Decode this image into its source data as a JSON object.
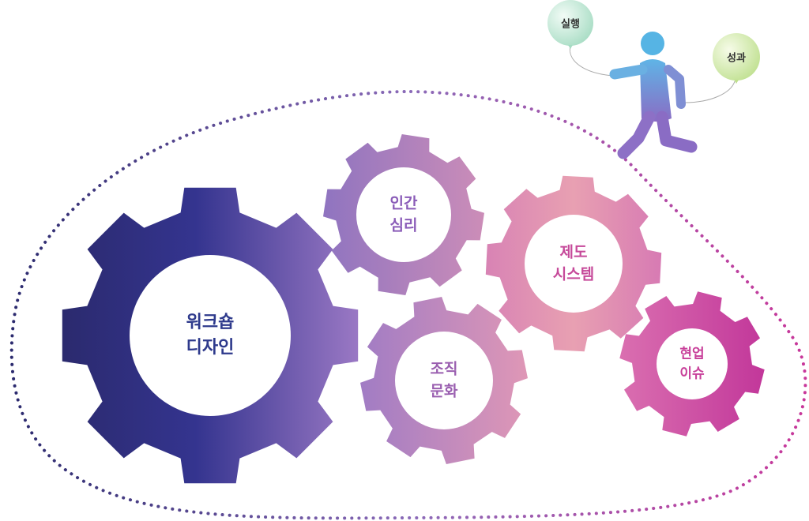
{
  "gears": [
    {
      "id": "workshop",
      "line1": "워크숍",
      "line2": "디자인",
      "color": "#2e3a8c"
    },
    {
      "id": "human",
      "line1": "인간",
      "line2": "심리",
      "color": "#8a5cb8"
    },
    {
      "id": "org",
      "line1": "조직",
      "line2": "문화",
      "color": "#9a5fb0"
    },
    {
      "id": "system",
      "line1": "제도",
      "line2": "시스템",
      "color": "#c64a9a"
    },
    {
      "id": "field",
      "line1": "현업",
      "line2": "이슈",
      "color": "#c8409a"
    }
  ],
  "balloons": [
    {
      "id": "execution",
      "label": "실행"
    },
    {
      "id": "outcome",
      "label": "성과"
    }
  ],
  "colors": {
    "navy": "#2b2a6e",
    "indigo": "#34348f",
    "violet": "#9a6dc0",
    "pink": "#e39ab0",
    "magenta": "#c8379a",
    "figure": "#5aa8e0",
    "balloon_mint": "#a8e0c8",
    "balloon_lime": "#c7e39a"
  }
}
